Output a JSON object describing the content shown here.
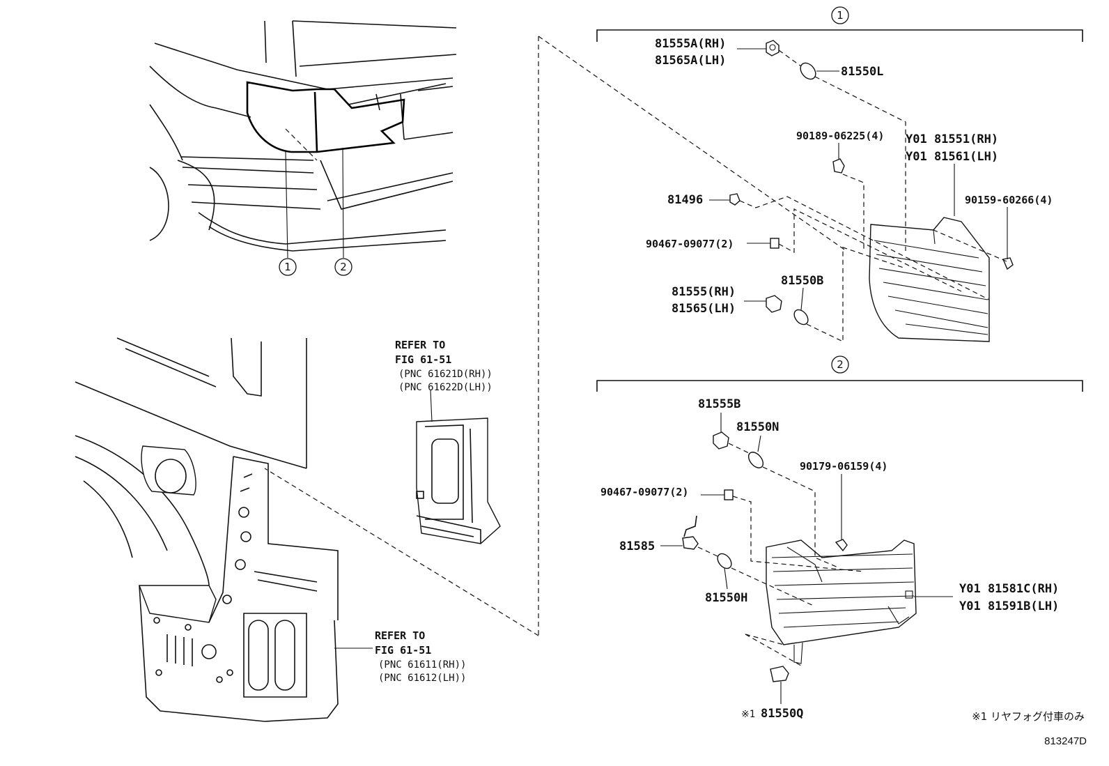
{
  "diagram_id": "813247D",
  "footnote": "※1 リヤフォグ付車のみ",
  "callouts": {
    "one": "1",
    "two": "2"
  },
  "section1": {
    "marker": "1",
    "parts": {
      "p81555A_rh": "81555A(RH)",
      "p81565A_lh": "81565A(LH)",
      "p81550L": "81550L",
      "p90189": "90189-06225(4)",
      "p81551_rh": "Y01 81551(RH)",
      "p81561_lh": "Y01 81561(LH)",
      "p81496": "81496",
      "p90159": "90159-60266(4)",
      "p90467": "90467-09077(2)",
      "p81550B": "81550B",
      "p81555_rh": "81555(RH)",
      "p81565_lh": "81565(LH)"
    }
  },
  "section2": {
    "marker": "2",
    "parts": {
      "p81555B": "81555B",
      "p81550N": "81550N",
      "p90179": "90179-06159(4)",
      "p90467": "90467-09077(2)",
      "p81585": "81585",
      "p81550H": "81550H",
      "p81581C_rh": "Y01 81581C(RH)",
      "p81591B_lh": "Y01 81591B(LH)",
      "p81550Q_mark": "※1",
      "p81550Q": "81550Q"
    }
  },
  "refer_upper": {
    "line1": "REFER TO",
    "line2": "FIG 61-51",
    "line3": "(PNC 61621D(RH))",
    "line4": "(PNC 61622D(LH))"
  },
  "refer_lower": {
    "line1": "REFER TO",
    "line2": "FIG 61-51",
    "line3": "(PNC 61611(RH))",
    "line4": "(PNC 61612(LH))"
  }
}
